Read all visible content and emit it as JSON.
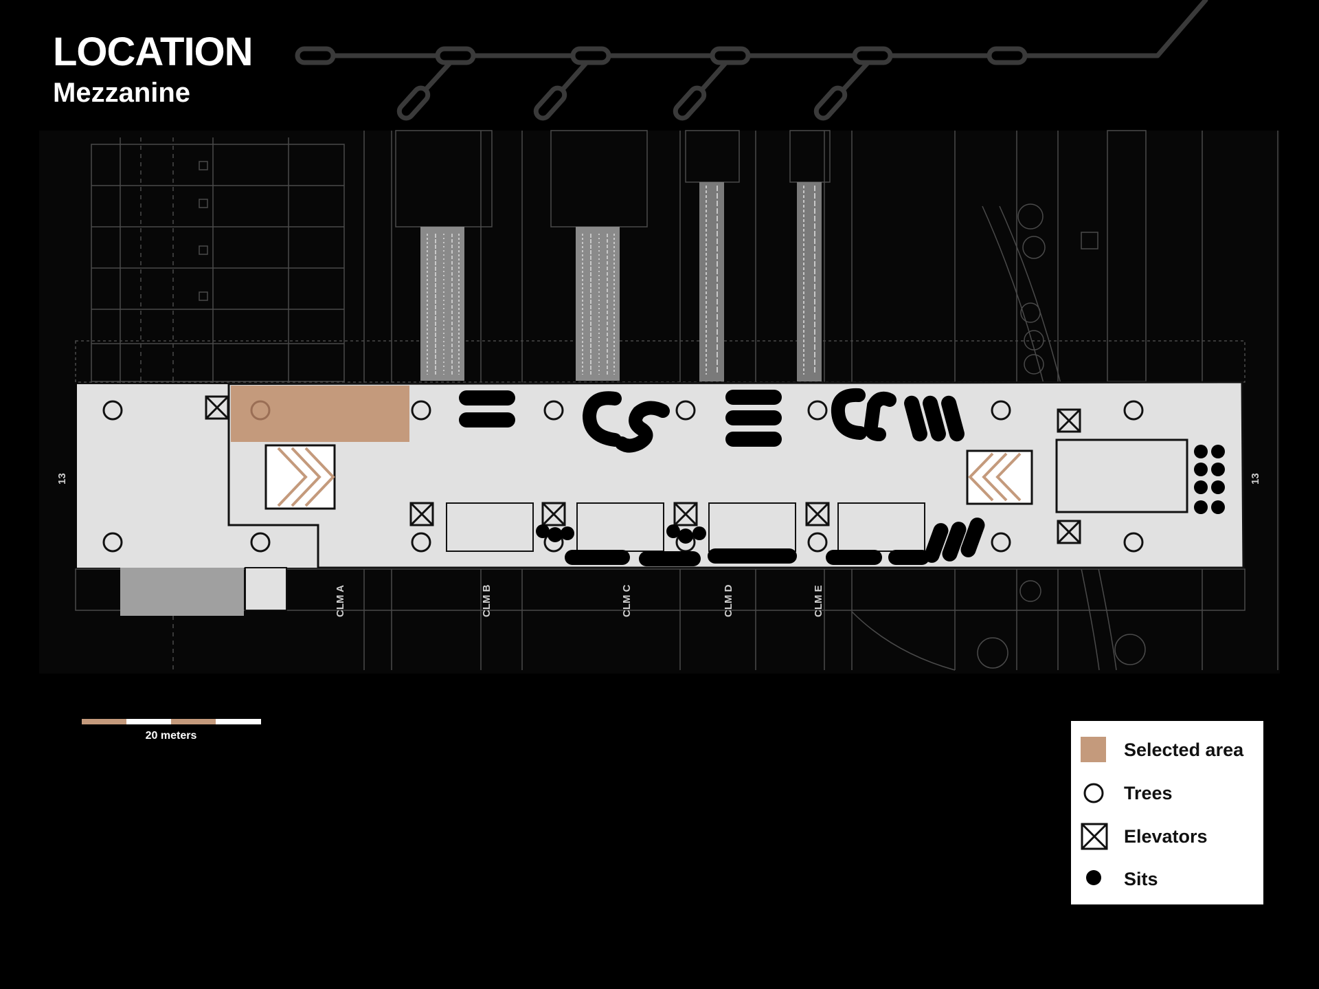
{
  "header": {
    "title": "LOCATION",
    "subtitle": "Mezzanine"
  },
  "axis_labels": [
    "CLM A",
    "CLM B",
    "CLM C",
    "CLM D",
    "CLM E"
  ],
  "end_markers": [
    "13",
    "13"
  ],
  "scale_bar": {
    "label": "20 meters",
    "colors": [
      "#c49a7c",
      "#ffffff"
    ]
  },
  "legend": {
    "items": [
      {
        "symbol": "selected-area",
        "label": "Selected area",
        "color": "#c49a7c"
      },
      {
        "symbol": "tree",
        "label": "Trees"
      },
      {
        "symbol": "elevator",
        "label": "Elevators"
      },
      {
        "symbol": "sit",
        "label": "Sits"
      }
    ]
  },
  "colors": {
    "background": "#000000",
    "platform": "#e1e1e1",
    "selected": "#c49a7c",
    "linework": "#555555"
  }
}
